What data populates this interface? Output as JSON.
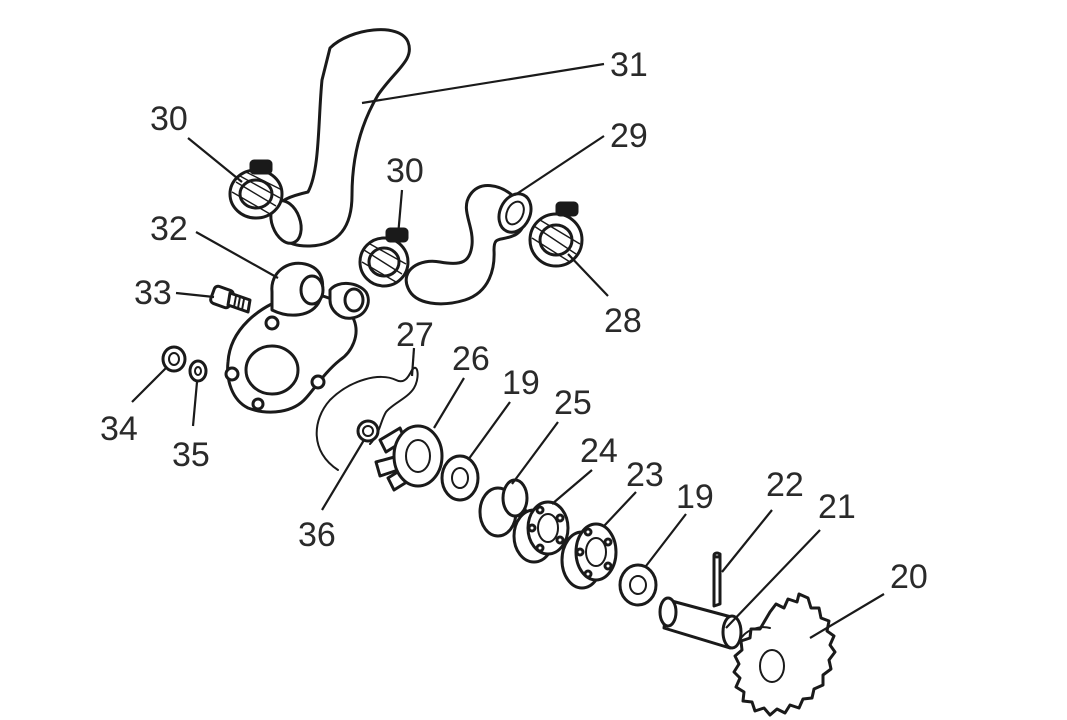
{
  "diagram": {
    "callouts": {
      "c19a": "19",
      "c19b": "19",
      "c20": "20",
      "c21": "21",
      "c22": "22",
      "c23": "23",
      "c24": "24",
      "c25": "25",
      "c26": "26",
      "c27": "27",
      "c28": "28",
      "c29": "29",
      "c30a": "30",
      "c30b": "30",
      "c31": "31",
      "c32": "32",
      "c33": "33",
      "c34": "34",
      "c35": "35",
      "c36": "36"
    }
  }
}
